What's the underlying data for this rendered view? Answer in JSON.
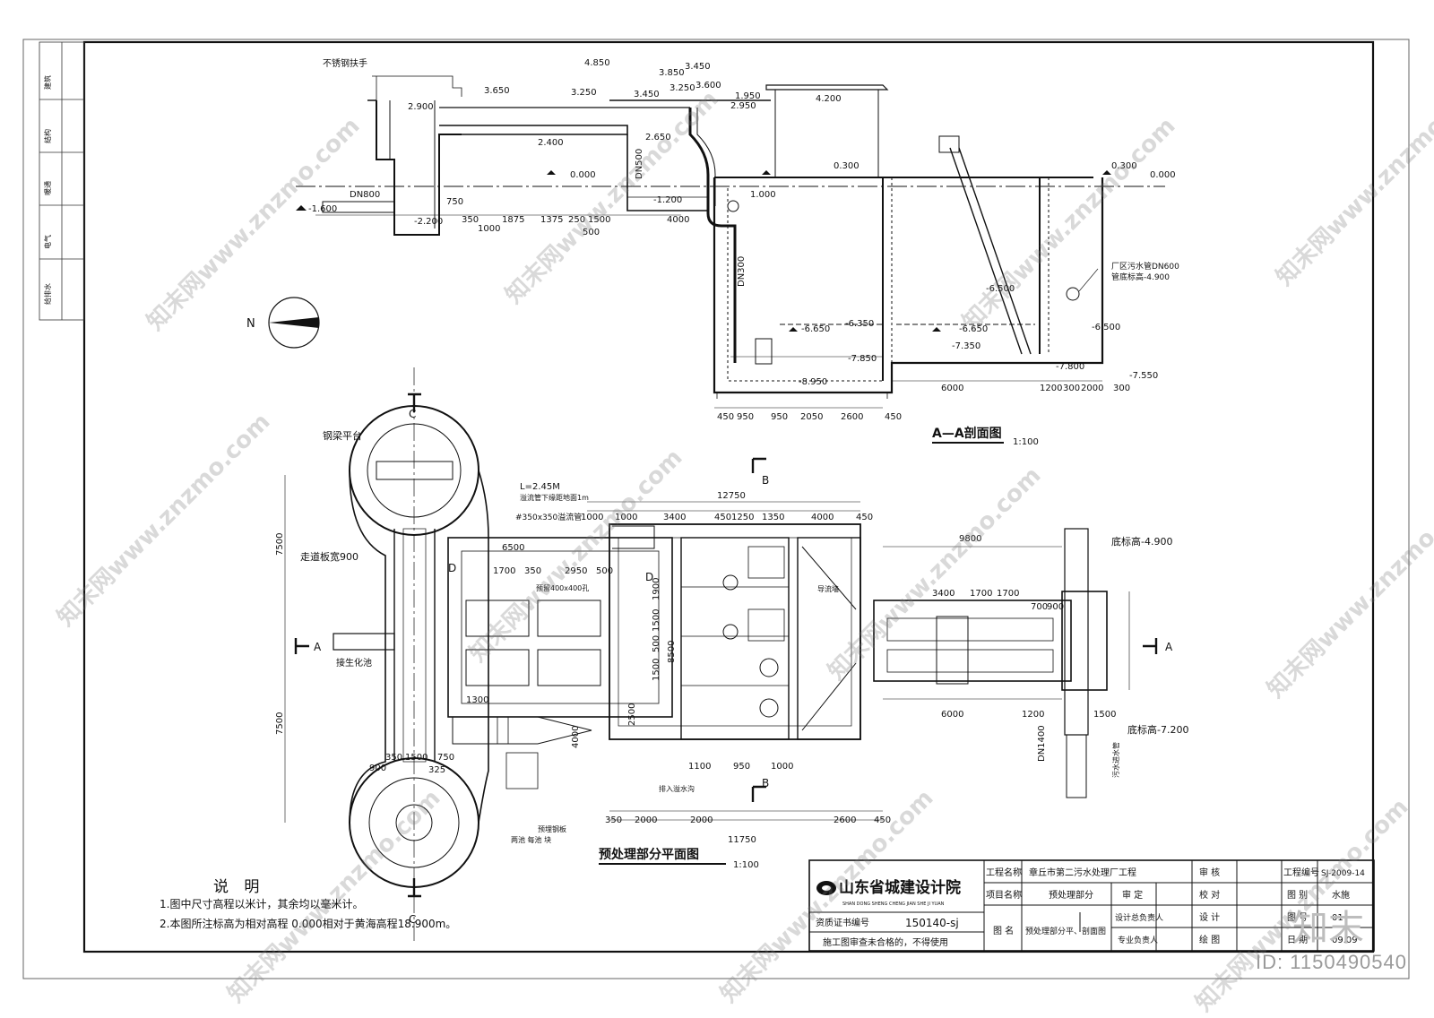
{
  "sections": {
    "aa_title": "A—A剖面图",
    "aa_scale": "1:100",
    "plan_title": "预处理部分平面图",
    "plan_scale": "1:100"
  },
  "section_labels": {
    "handrail": "不锈钢扶手",
    "dn800": "DN800",
    "dn500": "DN500",
    "dn300": "DN300",
    "pipe_note": "厂区污水管DN600",
    "pipe_note2": "管底标高-4.900",
    "levels": [
      "4.850",
      "3.450",
      "3.650",
      "3.250",
      "3.850",
      "3.450",
      "3.250",
      "3.600",
      "1.950",
      "2.950",
      "4.200",
      "2.900",
      "2.400",
      "2.650",
      "0.000",
      "0.300",
      "0.000",
      "0.300",
      "-1.600",
      "-2.200",
      "-1.200",
      "1.000",
      "-6.650",
      "-6.350",
      "-6.650",
      "-6.500",
      "-6.500",
      "-7.350",
      "-7.850",
      "-8.950",
      "-7.800",
      "-7.550"
    ],
    "dims_bottom_aa": [
      "450",
      "950",
      "950",
      "2050",
      "2600",
      "450"
    ],
    "dims_aa_right": [
      "6000",
      "1200",
      "300",
      "2000",
      "300"
    ],
    "dims_top_left": [
      "1000",
      "1875",
      "1375",
      "250",
      "1500",
      "4000",
      "500",
      "750",
      "350"
    ]
  },
  "plan_labels": {
    "steel_platform": "钢梁平台",
    "walkway": "走道板宽900",
    "septic": "接生化池",
    "length": "L=2.45M",
    "pipe_tip": "溢流管下缘距地面1m",
    "pipe_350": "#350x350溢流管",
    "pipe_400": "预留400x400孔",
    "drain": "排入溢水沟",
    "guide": "导流墙",
    "bottom1": "底标高-4.900",
    "bottom2": "底标高-7.200",
    "dn1400": "DN1400",
    "sewer": "污水进水管",
    "grating": "预埋钢板",
    "wall_note": "两池 每池 块",
    "section_marks": [
      "A",
      "A",
      "B",
      "B",
      "C",
      "C",
      "D",
      "D"
    ],
    "dims_top": [
      "12750",
      "1000",
      "1000",
      "3400",
      "450",
      "1250",
      "1350",
      "4000",
      "450"
    ],
    "dims_right": [
      "9800",
      "3400",
      "1700",
      "1700",
      "700",
      "900",
      "6000",
      "1200",
      "1500"
    ],
    "dims_bottom": [
      "350",
      "2000",
      "2000",
      "2600",
      "450",
      "11750",
      "1100",
      "950",
      "1000"
    ],
    "dims_left": [
      "7500",
      "7500",
      "900",
      "1500",
      "750",
      "350",
      "325"
    ],
    "dims_mid": [
      "6500",
      "1700",
      "350",
      "2950",
      "500",
      "1900",
      "1500",
      "500",
      "1500",
      "2500",
      "8500",
      "1300",
      "4000"
    ]
  },
  "notes": {
    "title": "说  明",
    "items": [
      "1.图中尺寸高程以米计，其余均以毫米计。",
      "2.本图所注标高为相对高程 0.000相对于黄海高程18.900m。"
    ]
  },
  "title_block": {
    "institute": "山东省城建设计院",
    "institute_en": "SHAN DONG SHENG CHENG JIAN SHE JI YUAN",
    "cert_label": "资质证书编号",
    "cert_value": "150140-sj",
    "warning": "施工图审查未合格的，不得使用",
    "project_label": "工程名称",
    "project_value": "章丘市第二污水处理厂工程",
    "item_label": "项目名称",
    "item_value": "预处理部分",
    "drawing_label": "图    名",
    "drawing_value": "预处理部分平、剖面图",
    "audit1": "审    定",
    "chief": "设计总负责人",
    "spec": "专业负责人",
    "review": "审    核",
    "check": "校    对",
    "design": "设    计",
    "draw": "绘    图",
    "proj_no_label": "工程编号",
    "proj_no_value": "SJ-2009-14",
    "cat_label": "图    别",
    "cat_value": "水施",
    "sheet_label": "图    号",
    "sheet_value": "01",
    "date_label": "日    期",
    "date_value": "09.09"
  },
  "side_strip": [
    "建筑",
    "结构",
    "暖通",
    "电气",
    "给排水"
  ],
  "watermark": {
    "text": "知末网www.znzmo.com",
    "id": "ID: 1150490540",
    "brand": "知末"
  },
  "north": "N"
}
